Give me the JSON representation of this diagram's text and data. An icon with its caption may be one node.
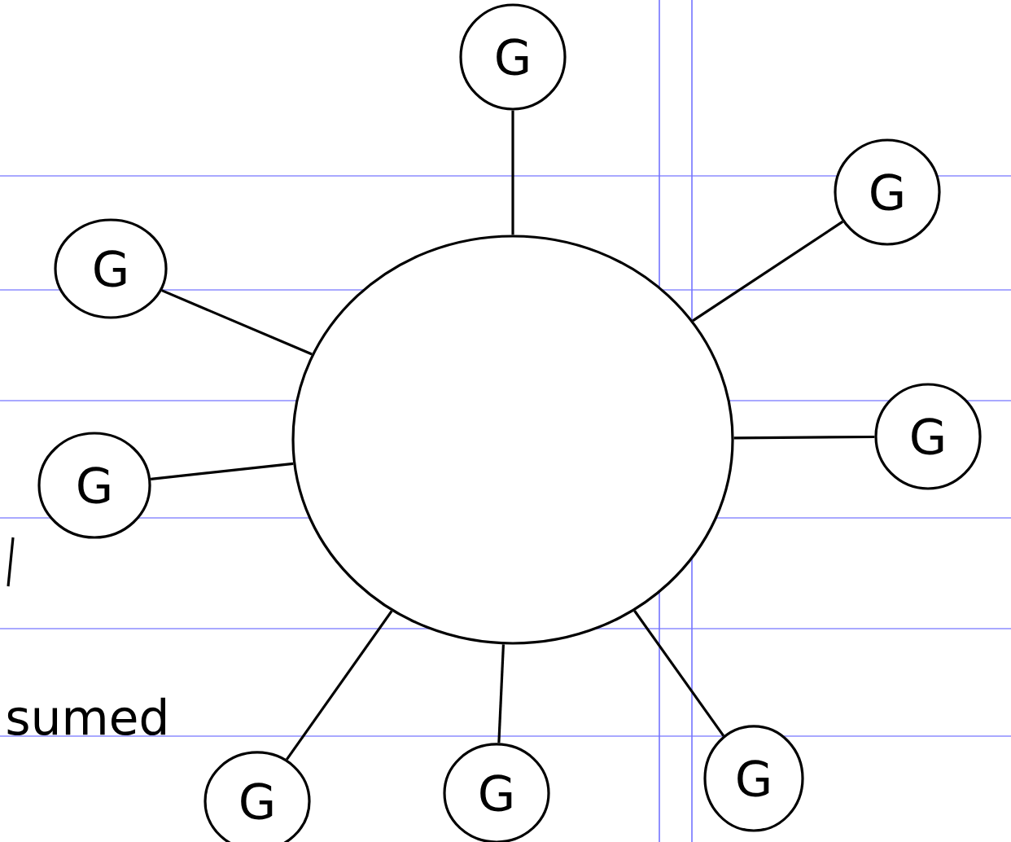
{
  "diagram": {
    "nodes": [
      {
        "text": [],
        "shape": "circle"
      },
      {
        "text": [
          "G"
        ]
      },
      {
        "text": [
          "G"
        ]
      },
      {
        "text": [
          "G"
        ]
      },
      {
        "text": [
          "G"
        ]
      },
      {
        "text": [
          "G"
        ]
      },
      {
        "text": [
          "G"
        ]
      },
      {
        "text": [
          "G"
        ]
      },
      {
        "text": [
          "G"
        ]
      }
    ],
    "edges": [
      {
        "from": 0,
        "to": 1,
        "arrow": "none"
      },
      {
        "from": 0,
        "to": 2,
        "arrow": "none"
      },
      {
        "from": 0,
        "to": 3,
        "arrow": "none"
      },
      {
        "from": 0,
        "to": 4,
        "arrow": "none"
      },
      {
        "from": 0,
        "to": 5,
        "arrow": "none"
      },
      {
        "from": 0,
        "to": 6,
        "arrow": "none"
      },
      {
        "from": 0,
        "to": 7,
        "arrow": "none"
      },
      {
        "from": 0,
        "to": 8,
        "arrow": "none"
      }
    ],
    "labels": [
      "sumed"
    ]
  }
}
